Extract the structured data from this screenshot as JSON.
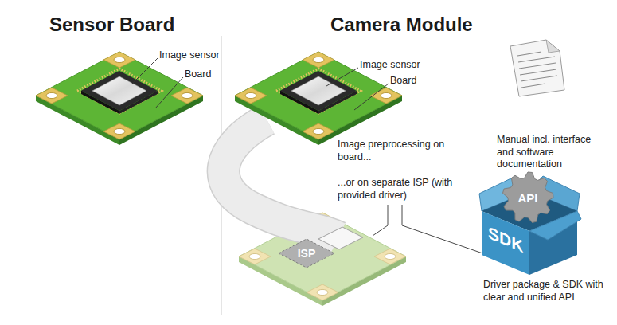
{
  "diagram": {
    "nodes": [
      {
        "text": [
          "ISP"
        ]
      },
      {
        "text": [
          "SDK"
        ]
      },
      {
        "text": [
          "API"
        ]
      }
    ],
    "labels": [
      "Sensor Board",
      "Image sensor",
      "Board",
      "Camera Module",
      "Image sensor",
      "Board",
      "Image preprocessing on board...",
      "...or on separate ISP (with provided driver)",
      "Manual incl. interface and software documentation",
      "Driver package & SDK with clear and unified API"
    ]
  }
}
